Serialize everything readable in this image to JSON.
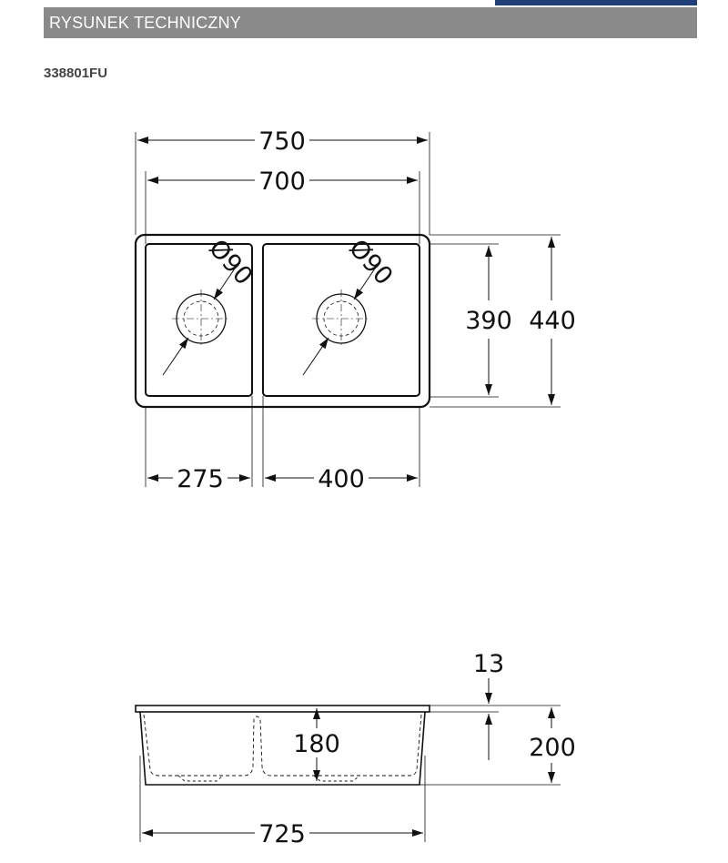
{
  "header": {
    "title": "RYSUNEK TECHNICZNY"
  },
  "product": {
    "code": "338801FU"
  },
  "top_view": {
    "overall_width": "750",
    "inner_width": "700",
    "inner_depth": "390",
    "overall_depth": "440",
    "left_bowl_width": "275",
    "right_bowl_width": "400",
    "drain_left": "Ø90",
    "drain_right": "Ø90"
  },
  "side_view": {
    "rim_thickness": "13",
    "bowl_depth": "180",
    "overall_height": "200",
    "bottom_width": "725"
  },
  "colors": {
    "header_band": "#8a8a8a",
    "accent": "#1f3f7a"
  }
}
